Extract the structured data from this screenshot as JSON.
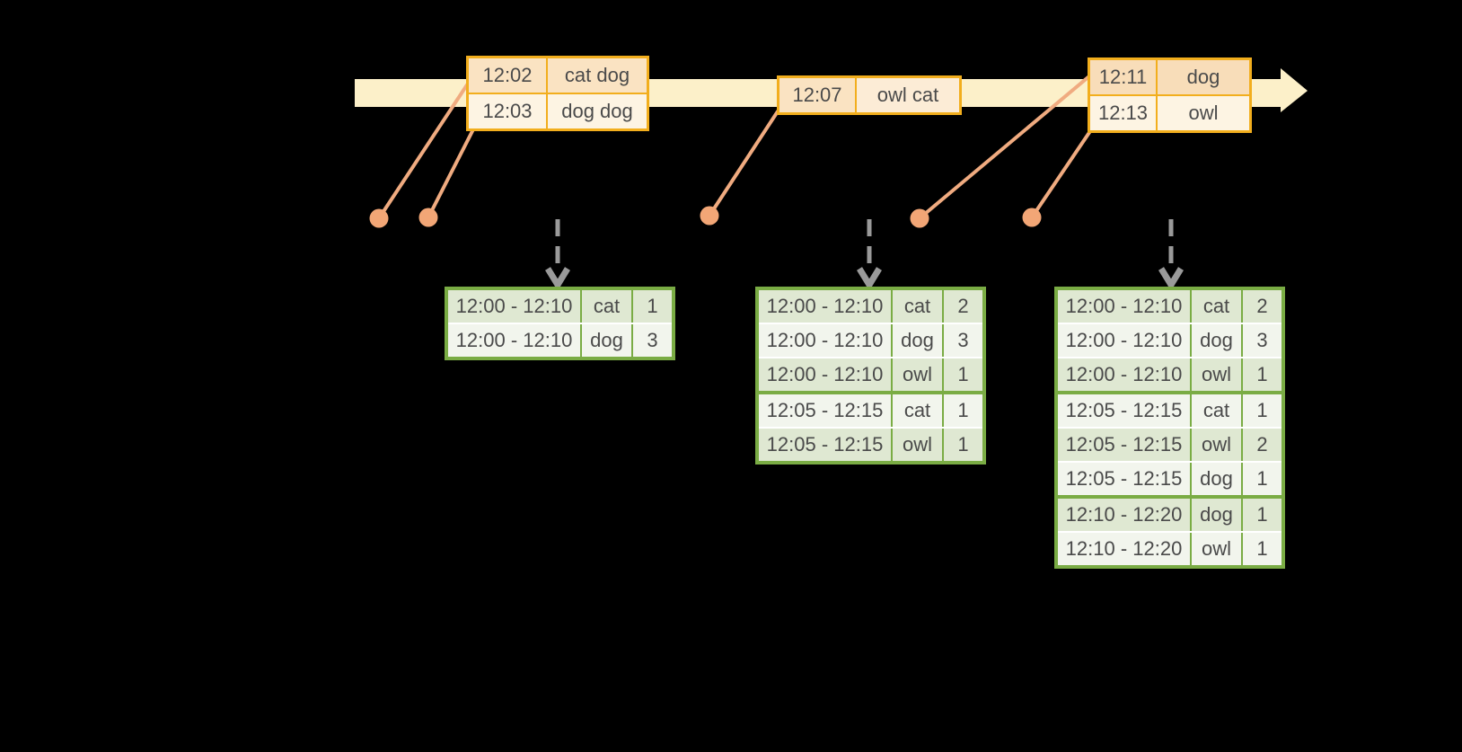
{
  "colors": {
    "background": "#000000",
    "timeline-band": "#fcf0c9",
    "orange-border": "#f2ae1d",
    "peach": "#fae3c2",
    "cream": "#fdf4e3",
    "green-border": "#7aac44",
    "green-dark": "#dfe8d2",
    "green-light": "#f2f5ed",
    "connector": "#f0ab80",
    "dot": "#f2a676",
    "trigger-gray": "#9a9a9a",
    "text": "#4a4a4a"
  },
  "timeline": {
    "event_tables": [
      {
        "id": "batch1",
        "rows": [
          {
            "time": "12:02",
            "words": "cat dog"
          },
          {
            "time": "12:03",
            "words": "dog dog"
          }
        ]
      },
      {
        "id": "batch2",
        "rows": [
          {
            "time": "12:07",
            "words": "owl cat"
          }
        ]
      },
      {
        "id": "batch3",
        "rows": [
          {
            "time": "12:11",
            "words": "dog"
          },
          {
            "time": "12:13",
            "words": "owl"
          }
        ]
      }
    ]
  },
  "result_tables": [
    {
      "id": "result1",
      "rows": [
        {
          "window": "12:00 - 12:10",
          "word": "cat",
          "count": "1"
        },
        {
          "window": "12:00 - 12:10",
          "word": "dog",
          "count": "3"
        }
      ]
    },
    {
      "id": "result2",
      "rows": [
        {
          "window": "12:00 - 12:10",
          "word": "cat",
          "count": "2"
        },
        {
          "window": "12:00 - 12:10",
          "word": "dog",
          "count": "3"
        },
        {
          "window": "12:00 - 12:10",
          "word": "owl",
          "count": "1"
        },
        {
          "window": "12:05 - 12:15",
          "word": "cat",
          "count": "1"
        },
        {
          "window": "12:05 - 12:15",
          "word": "owl",
          "count": "1"
        }
      ]
    },
    {
      "id": "result3",
      "rows": [
        {
          "window": "12:00 - 12:10",
          "word": "cat",
          "count": "2"
        },
        {
          "window": "12:00 - 12:10",
          "word": "dog",
          "count": "3"
        },
        {
          "window": "12:00 - 12:10",
          "word": "owl",
          "count": "1"
        },
        {
          "window": "12:05 - 12:15",
          "word": "cat",
          "count": "1"
        },
        {
          "window": "12:05 - 12:15",
          "word": "owl",
          "count": "2"
        },
        {
          "window": "12:05 - 12:15",
          "word": "dog",
          "count": "1"
        },
        {
          "window": "12:10 - 12:20",
          "word": "dog",
          "count": "1"
        },
        {
          "window": "12:10 - 12:20",
          "word": "owl",
          "count": "1"
        }
      ]
    }
  ]
}
